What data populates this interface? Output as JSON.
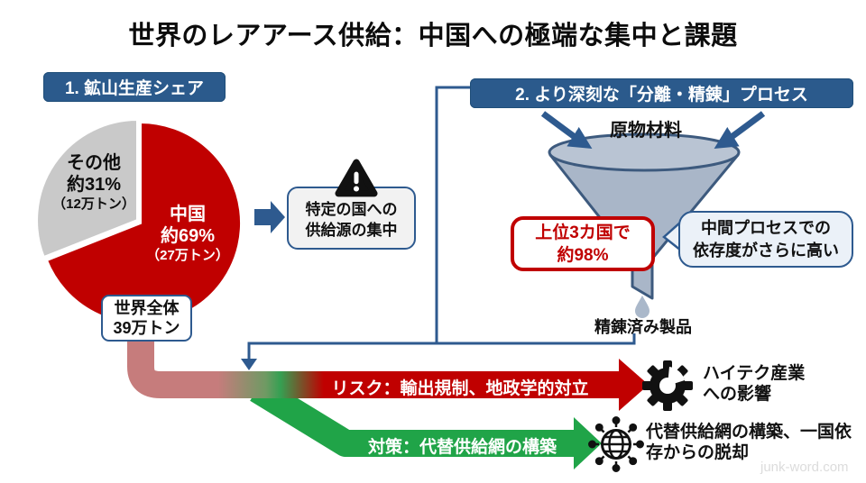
{
  "title": "世界のレアアース供給：中国への極端な集中と課題",
  "watermark": "junk-word.com",
  "colors": {
    "navy": "#2e5a8f",
    "header_bg": "#2b5a8c",
    "red": "#c00000",
    "salmon": "#c67c7c",
    "green": "#20a448",
    "funnel_fill": "#a9b6c8",
    "funnel_stroke": "#3d5a7e",
    "gray_slice": "#c9c9c9"
  },
  "section1": {
    "header": "1. 鉱山生産シェア",
    "world_total_line1": "世界全体",
    "world_total_line2": "39万トン"
  },
  "chart_data": {
    "type": "pie",
    "title": "鉱山生産シェア",
    "slices": [
      {
        "label": "中国",
        "percent": 69,
        "percent_label": "約69%",
        "volume_label": "（27万トン）",
        "color": "#c00000"
      },
      {
        "label": "その他",
        "percent": 31,
        "percent_label": "約31%",
        "volume_label": "（12万トン）",
        "color": "#c9c9c9"
      }
    ],
    "total_label": "世界全体 39万トン",
    "legend_position": "none"
  },
  "concentration": {
    "line1": "特定の国への",
    "line2": "供給源の集中"
  },
  "section2": {
    "header": "2. より深刻な「分離・精錬」プロセス",
    "input_label": "原物材料",
    "top3_line1": "上位3カ国で",
    "top3_line2": "約98%",
    "bubble_line1": "中間プロセスでの",
    "bubble_line2": "依存度がさらに高い",
    "output_label": "精錬済み製品"
  },
  "flows": {
    "risk_label": "リスク：輸出規制、地政学的対立",
    "risk_impact_line1": "ハイテク産業",
    "risk_impact_line2": "への影響",
    "measure_label": "対策：代替供給網の構築",
    "measure_impact_line1": "代替供給網の構築、一国依",
    "measure_impact_line2": "存からの脱却"
  }
}
